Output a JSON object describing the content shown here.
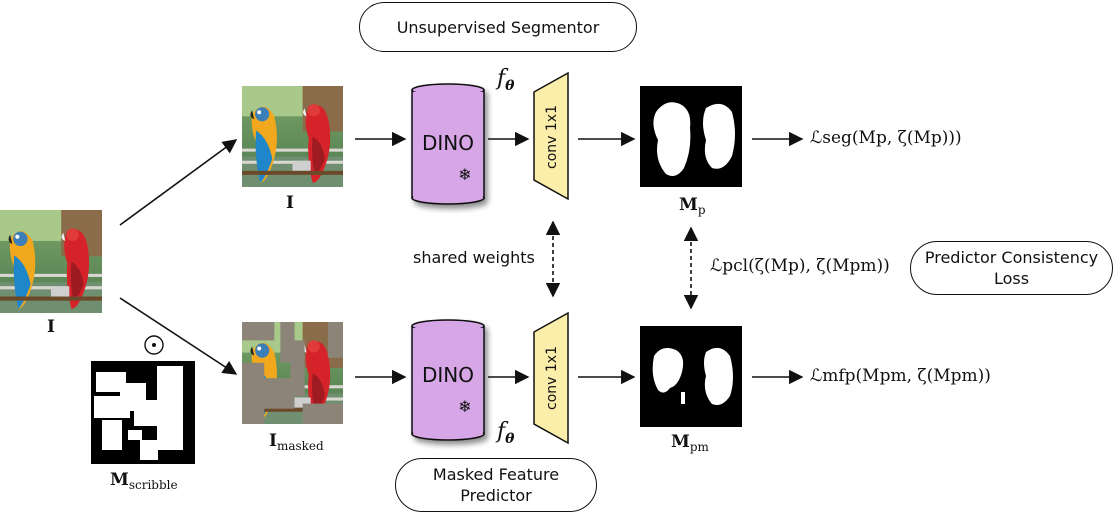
{
  "labels": {
    "unsupervised_segmentor": "Unsupervised Segmentor",
    "masked_feature_predictor": "Masked Feature\nPredictor",
    "predictor_consistency_loss": "Predictor Consistency\nLoss",
    "shared_weights": "shared weights",
    "dino": "DINO",
    "conv": "conv 1x1",
    "f_symbol": "f",
    "theta_symbol": "θ",
    "odot": "⊙",
    "snowflake": "❄",
    "image_I_input": "I",
    "image_I_top": "I",
    "image_I_masked_base": "I",
    "image_I_masked_sub": "masked",
    "m_scribble_base": "M",
    "m_scribble_sub": "scribble",
    "m_p_base": "M",
    "m_p_sub": "p",
    "m_pm_base": "M",
    "m_pm_sub": "pm",
    "loss_seg": "ℒseg(Mp, ζ(Mp)))",
    "loss_pcl": "ℒpcl(ζ(Mp), ζ(Mpm))",
    "loss_mfp": "ℒmfp(Mpm, ζ(Mpm))"
  },
  "colors": {
    "dino_fill": "#d6a6e6",
    "conv_fill": "#fbeeaa",
    "stroke": "#111111"
  },
  "icons": [
    "snowflake-icon",
    "odot-icon",
    "arrow-icon"
  ]
}
